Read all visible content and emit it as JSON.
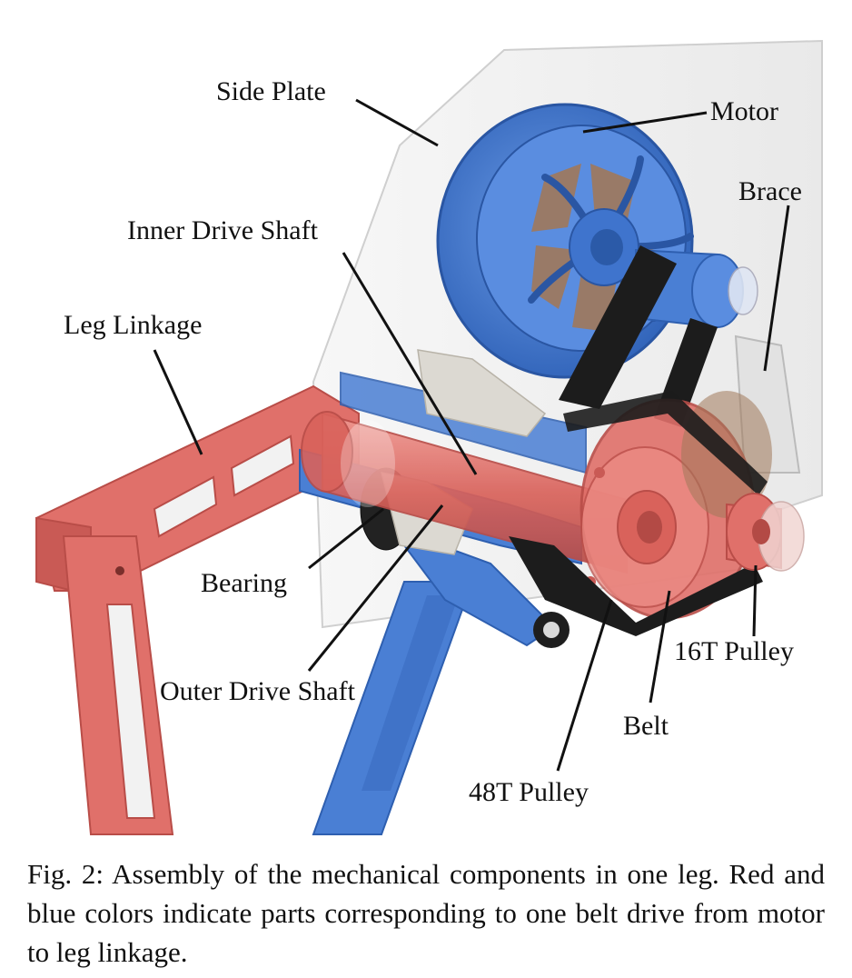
{
  "figure": {
    "labels": {
      "side_plate": "Side Plate",
      "motor": "Motor",
      "brace": "Brace",
      "inner_drive_shaft": "Inner Drive Shaft",
      "leg_linkage": "Leg Linkage",
      "bearing": "Bearing",
      "outer_drive_shaft": "Outer Drive Shaft",
      "pulley_16t": "16T Pulley",
      "belt": "Belt",
      "pulley_48t": "48T Pulley"
    },
    "colors": {
      "red_part": "#e0706a",
      "red_dark": "#b94d48",
      "blue_part": "#4a7fd4",
      "blue_dark": "#2e5fb0",
      "plate": "#f2f2f2",
      "brace": "#e2e2e2",
      "belt": "#1c1c1c",
      "windings": "#a0785a"
    }
  },
  "caption": {
    "text": "Fig. 2: Assembly of the mechanical components in one leg. Red and blue colors indicate parts corresponding to one belt drive from motor to leg linkage."
  }
}
